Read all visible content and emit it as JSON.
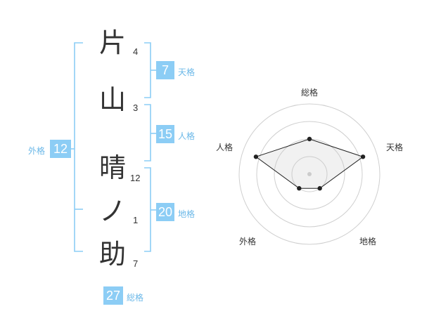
{
  "name": {
    "chars": [
      {
        "char": "片",
        "strokes": "4"
      },
      {
        "char": "山",
        "strokes": "3"
      },
      {
        "char": "晴",
        "strokes": "12"
      },
      {
        "char": "ノ",
        "strokes": "1"
      },
      {
        "char": "助",
        "strokes": "7"
      }
    ]
  },
  "fortunes": {
    "tenkaku": {
      "value": "7",
      "label": "天格"
    },
    "jinkaku": {
      "value": "15",
      "label": "人格"
    },
    "chikaku": {
      "value": "20",
      "label": "地格"
    },
    "gaikaku": {
      "value": "12",
      "label": "外格"
    },
    "soukaku": {
      "value": "27",
      "label": "総格"
    }
  },
  "colors": {
    "accent": "#8ccdf5",
    "label": "#6bb8e8",
    "bracket": "#8ccdf5"
  },
  "chart_data": {
    "type": "radar",
    "axes": [
      "総格",
      "天格",
      "地格",
      "外格",
      "人格"
    ],
    "values": [
      0.5,
      0.8,
      0.25,
      0.25,
      0.8
    ],
    "range": [
      0,
      1
    ],
    "rings": 4
  }
}
